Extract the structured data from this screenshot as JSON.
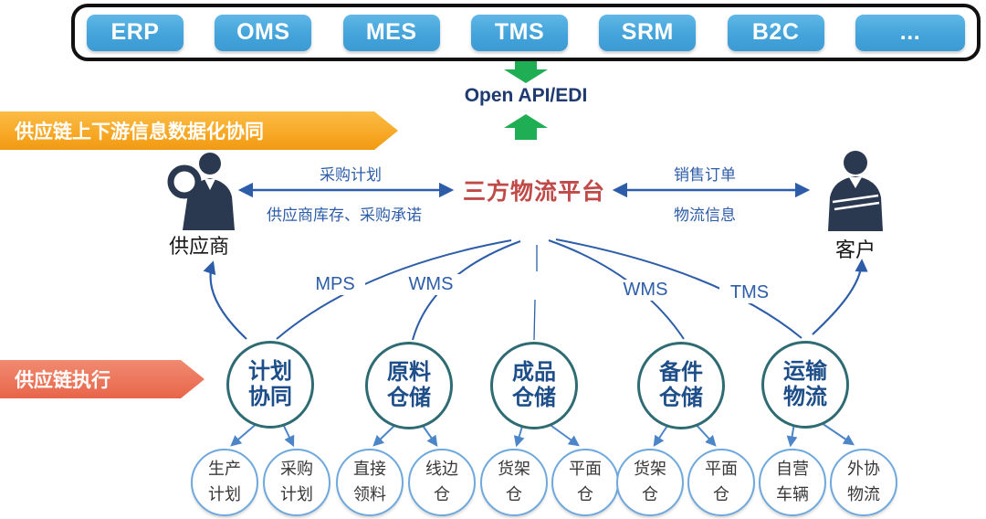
{
  "systems_bar": {
    "items": [
      "ERP",
      "OMS",
      "MES",
      "TMS",
      "SRM",
      "B2C",
      "..."
    ]
  },
  "api_label": "Open API/EDI",
  "banners": {
    "top": "供应链上下游信息数据化协同",
    "bottom": "供应链执行"
  },
  "platform": {
    "title": "三方物流平台"
  },
  "supplier": {
    "label": "供应商",
    "flow_up": "采购计划",
    "flow_down": "供应商库存、采购承诺"
  },
  "customer": {
    "label": "客户",
    "flow_up": "销售订单",
    "flow_down": "物流信息"
  },
  "link_labels": [
    "MPS",
    "WMS",
    "WMS",
    "TMS"
  ],
  "modules": [
    {
      "title": "计划协同",
      "lines": [
        "计划",
        "协同"
      ]
    },
    {
      "title": "原料仓储",
      "lines": [
        "原料",
        "仓储"
      ]
    },
    {
      "title": "成品仓储",
      "lines": [
        "成品",
        "仓储"
      ]
    },
    {
      "title": "备件仓储",
      "lines": [
        "备件",
        "仓储"
      ]
    },
    {
      "title": "运输物流",
      "lines": [
        "运输",
        "物流"
      ]
    }
  ],
  "children": [
    {
      "lines": [
        "生产",
        "计划"
      ]
    },
    {
      "lines": [
        "采购",
        "计划"
      ]
    },
    {
      "lines": [
        "直接",
        "领料"
      ]
    },
    {
      "lines": [
        "线边",
        "仓"
      ]
    },
    {
      "lines": [
        "货架",
        "仓"
      ]
    },
    {
      "lines": [
        "平面",
        "仓"
      ]
    },
    {
      "lines": [
        "货架",
        "仓"
      ]
    },
    {
      "lines": [
        "平面",
        "仓"
      ]
    },
    {
      "lines": [
        "自营",
        "车辆"
      ]
    },
    {
      "lines": [
        "外协",
        "物流"
      ]
    }
  ],
  "colors": {
    "system_button_blue": "#42a2d9",
    "api_arrow_green": "#1fae53",
    "banner_orange": "#f6a41f",
    "banner_red": "#ea6d52",
    "connector_navy": "#2d5da8",
    "platform_title_red": "#c04a48",
    "module_border_teal": "#2e6b72",
    "module_text_blue": "#1d4e89",
    "child_border_blue": "#6fa8dc",
    "actor_icon_navy": "#2b3950"
  }
}
